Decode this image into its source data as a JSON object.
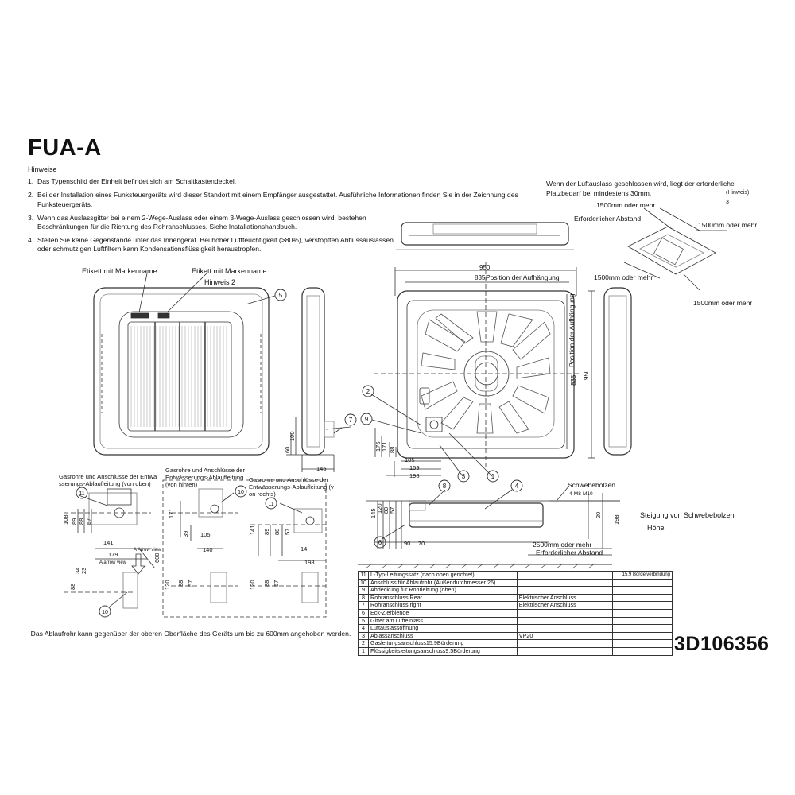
{
  "title": "FUA-A",
  "notes": {
    "heading": "Hinweise",
    "items": [
      {
        "num": "1.",
        "text": "Das Typenschild der Einheit befindet sich am Schaltkastendeckel."
      },
      {
        "num": "2.",
        "text": "Bei der Installation eines Funksteuergeräts wird dieser Standort mit einem Empfänger ausgestattet. Ausführliche Informationen finden Sie in der Zeichnung des Funksteuergeräts."
      },
      {
        "num": "3.",
        "text": "Wenn das Auslassgitter bei einem 2-Wege-Auslass oder einem 3-Wege-Auslass geschlossen wird, bestehen Beschränkungen für die Richtung des Rohranschlusses. Siehe Installationshandbuch."
      },
      {
        "num": "4.",
        "text": "Stellen Sie keine Gegenstände unter das Innengerät. Bei hoher Luftfeuchtigkeit (>80%), verstopften Abflussauslässen oder schmutzigen Luftfiltern kann Kondensationsflüssigkeit heraustropfen."
      }
    ]
  },
  "space_note": {
    "text": "Wenn der Luftauslass geschlossen wird, liegt der erforderliche Platzbedarf bei mindestens 30mm.",
    "tag": "(Hinweis) 3"
  },
  "labels": {
    "etikett_1": "Etikett mit Markenname",
    "etikett_2": "Etikett mit Markenname",
    "hinweis_2": "Hinweis 2",
    "position_aufhaengung": "Position der Aufhängung",
    "erforderlicher_abstand": "Erforderlicher Abstand",
    "oder_mehr_1500": "1500mm oder mehr",
    "oder_mehr_2500": "2500mm oder mehr",
    "schwebebolzen": "Schwebebolzen",
    "bolt_spec": "4-M8·M10",
    "steigung": "Steigung von Schwebebolzen",
    "hoehe": "Höhe",
    "view_top": "Gasrohre und Anschlüsse der Entwässerungs-Ablaufleitung (von oben)",
    "view_back": "Gasrohre und Anschlüsse der Entwässerungs-Ablaufleitung (von hinten)",
    "view_right": "Gasrohre und Anschlüsse der Entwässerungs-Ablaufleitung (von rechts)",
    "a_arrow_view": "A Arrow view",
    "a_arrow_view_2": "A arrow view"
  },
  "drain_note": "Das Ablaufrohr kann gegenüber der oberen Oberfläche des Geräts um bis zu 600mm angehoben werden.",
  "drawing_number": "3D106356",
  "parts": [
    {
      "n": "11",
      "name": "L-Typ-Leitungssatz (nach oben gerichtet)",
      "extra": "",
      "note": "15.9 Bördelverbindung"
    },
    {
      "n": "10",
      "name": "Anschluss für Ablaufrohr (Außendurchmesser 26)",
      "extra": "",
      "note": ""
    },
    {
      "n": "9",
      "name": "Abdeckung für Rohrleitung (oben)",
      "extra": "",
      "note": ""
    },
    {
      "n": "8",
      "name": "Rohranschluss Rear",
      "extra": "Elektrischer Anschluss",
      "note": ""
    },
    {
      "n": "7",
      "name": "Rohranschluss right",
      "extra": "Elektrischer Anschluss",
      "note": ""
    },
    {
      "n": "6",
      "name": "Eck-Zierblende",
      "extra": "",
      "note": ""
    },
    {
      "n": "5",
      "name": "Gitter am Lufteinlass",
      "extra": "",
      "note": ""
    },
    {
      "n": "4",
      "name": "Luftauslassöffnung",
      "extra": "",
      "note": ""
    },
    {
      "n": "3",
      "name": "Ablassanschluss",
      "extra": "VP20",
      "note": ""
    },
    {
      "n": "2",
      "name": "Gasleitungsanschluss15.9Börderung",
      "extra": "",
      "note": ""
    },
    {
      "n": "1",
      "name": "Flüssigkeitsleitungsanschluss9.5Börderung",
      "extra": "",
      "note": ""
    }
  ],
  "dims": {
    "d950": "950",
    "d835": "835",
    "d60": "60",
    "d100": "100",
    "d145": "145",
    "d176": "176",
    "d171": "171",
    "d88": "88",
    "d105": "105",
    "d159": "159",
    "d198": "198",
    "d20": "20",
    "d90": "90",
    "d70": "70",
    "d57": "57",
    "d89": "89",
    "d108": "108",
    "d141": "141",
    "d179": "179",
    "d600": "600",
    "d34": "34",
    "d23": "23",
    "d39": "39",
    "d140": "140",
    "d120": "120",
    "d14": "14"
  },
  "callouts": [
    "1",
    "2",
    "3",
    "4",
    "5",
    "6",
    "7",
    "8",
    "9",
    "10",
    "11"
  ]
}
